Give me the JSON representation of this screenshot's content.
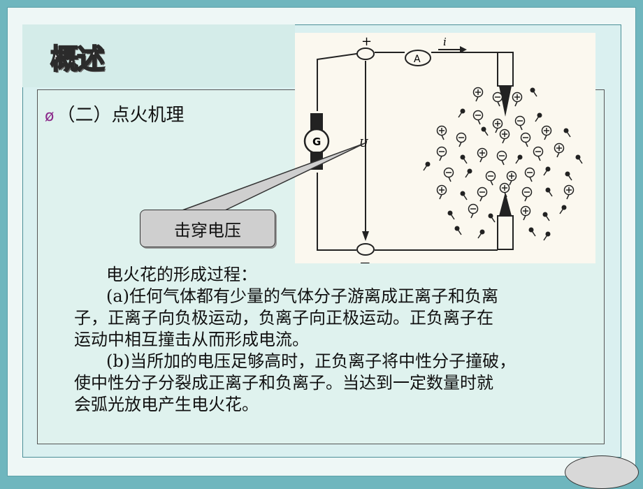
{
  "slide": {
    "title": "概述",
    "bullet_heading": "（二）点火机理",
    "bullet_icon": "bullet-symbol"
  },
  "figure": {
    "plus_label": "+",
    "minus_label": "−",
    "ammeter_label": "A",
    "current_label": "i",
    "generator_label": "G",
    "voltage_label": "U"
  },
  "callout": {
    "text": "击穿电压"
  },
  "body": {
    "lines": [
      "电火花的形成过程：",
      "(a)任何气体都有少量的气体分子游离成正离子和负离",
      "子，正离子向负极运动，负离子向正极运动。正负离子在",
      "运动中相互撞击从而形成电流。",
      "(b)当所加的电压足够高时，正负离子将中性分子撞破，",
      "使中性分子分裂成正离子和负离子。当达到一定数量时就",
      "会弧光放电产生电火花。"
    ]
  },
  "colors": {
    "background": "#6fb6be",
    "panel": "#daf0f0",
    "content": "#dff2ee",
    "figure_bg": "#fbf8ef",
    "bullet": "#8a2a8a"
  }
}
